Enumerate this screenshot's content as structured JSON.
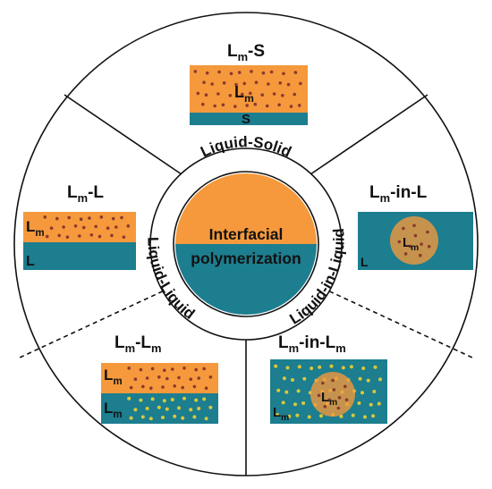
{
  "colors": {
    "orange": "#F5993C",
    "teal": "#1C7E8F",
    "dot_dark": "#8A3A2E",
    "dot_yellow": "#D9C83A",
    "outline": "#111111"
  },
  "center": {
    "line1": "Interfacial",
    "line2": "polymerization"
  },
  "ring": {
    "top": "Liquid-Solid",
    "left": "Liquid-Liquid",
    "right": "Liquid-in-Liquid"
  },
  "sections": {
    "lm_s": {
      "title_main": "L",
      "title_sub": "m",
      "title_rest": "-S",
      "top_label_main": "L",
      "top_label_sub": "m",
      "bottom_label": "S"
    },
    "lm_l": {
      "title_main": "L",
      "title_sub": "m",
      "title_rest": "-L",
      "top_label_main": "L",
      "top_label_sub": "m",
      "bottom_label": "L"
    },
    "lm_in_l": {
      "title_main": "L",
      "title_sub": "m",
      "title_rest": "-in-L",
      "drop_label_main": "L",
      "drop_label_sub": "m",
      "corner_label": "L"
    },
    "lm_lm": {
      "title_main": "L",
      "title_sub": "m",
      "title_mid": "-L",
      "title_sub2": "m",
      "top_label_main": "L",
      "top_label_sub": "m",
      "bottom_label_main": "L",
      "bottom_label_sub": "m"
    },
    "lm_in_lm": {
      "title_main": "L",
      "title_sub": "m",
      "title_mid": "-in-L",
      "title_sub2": "m",
      "drop_label_main": "L",
      "drop_label_sub": "m",
      "corner_label_main": "L",
      "corner_label_sub": "m"
    }
  }
}
